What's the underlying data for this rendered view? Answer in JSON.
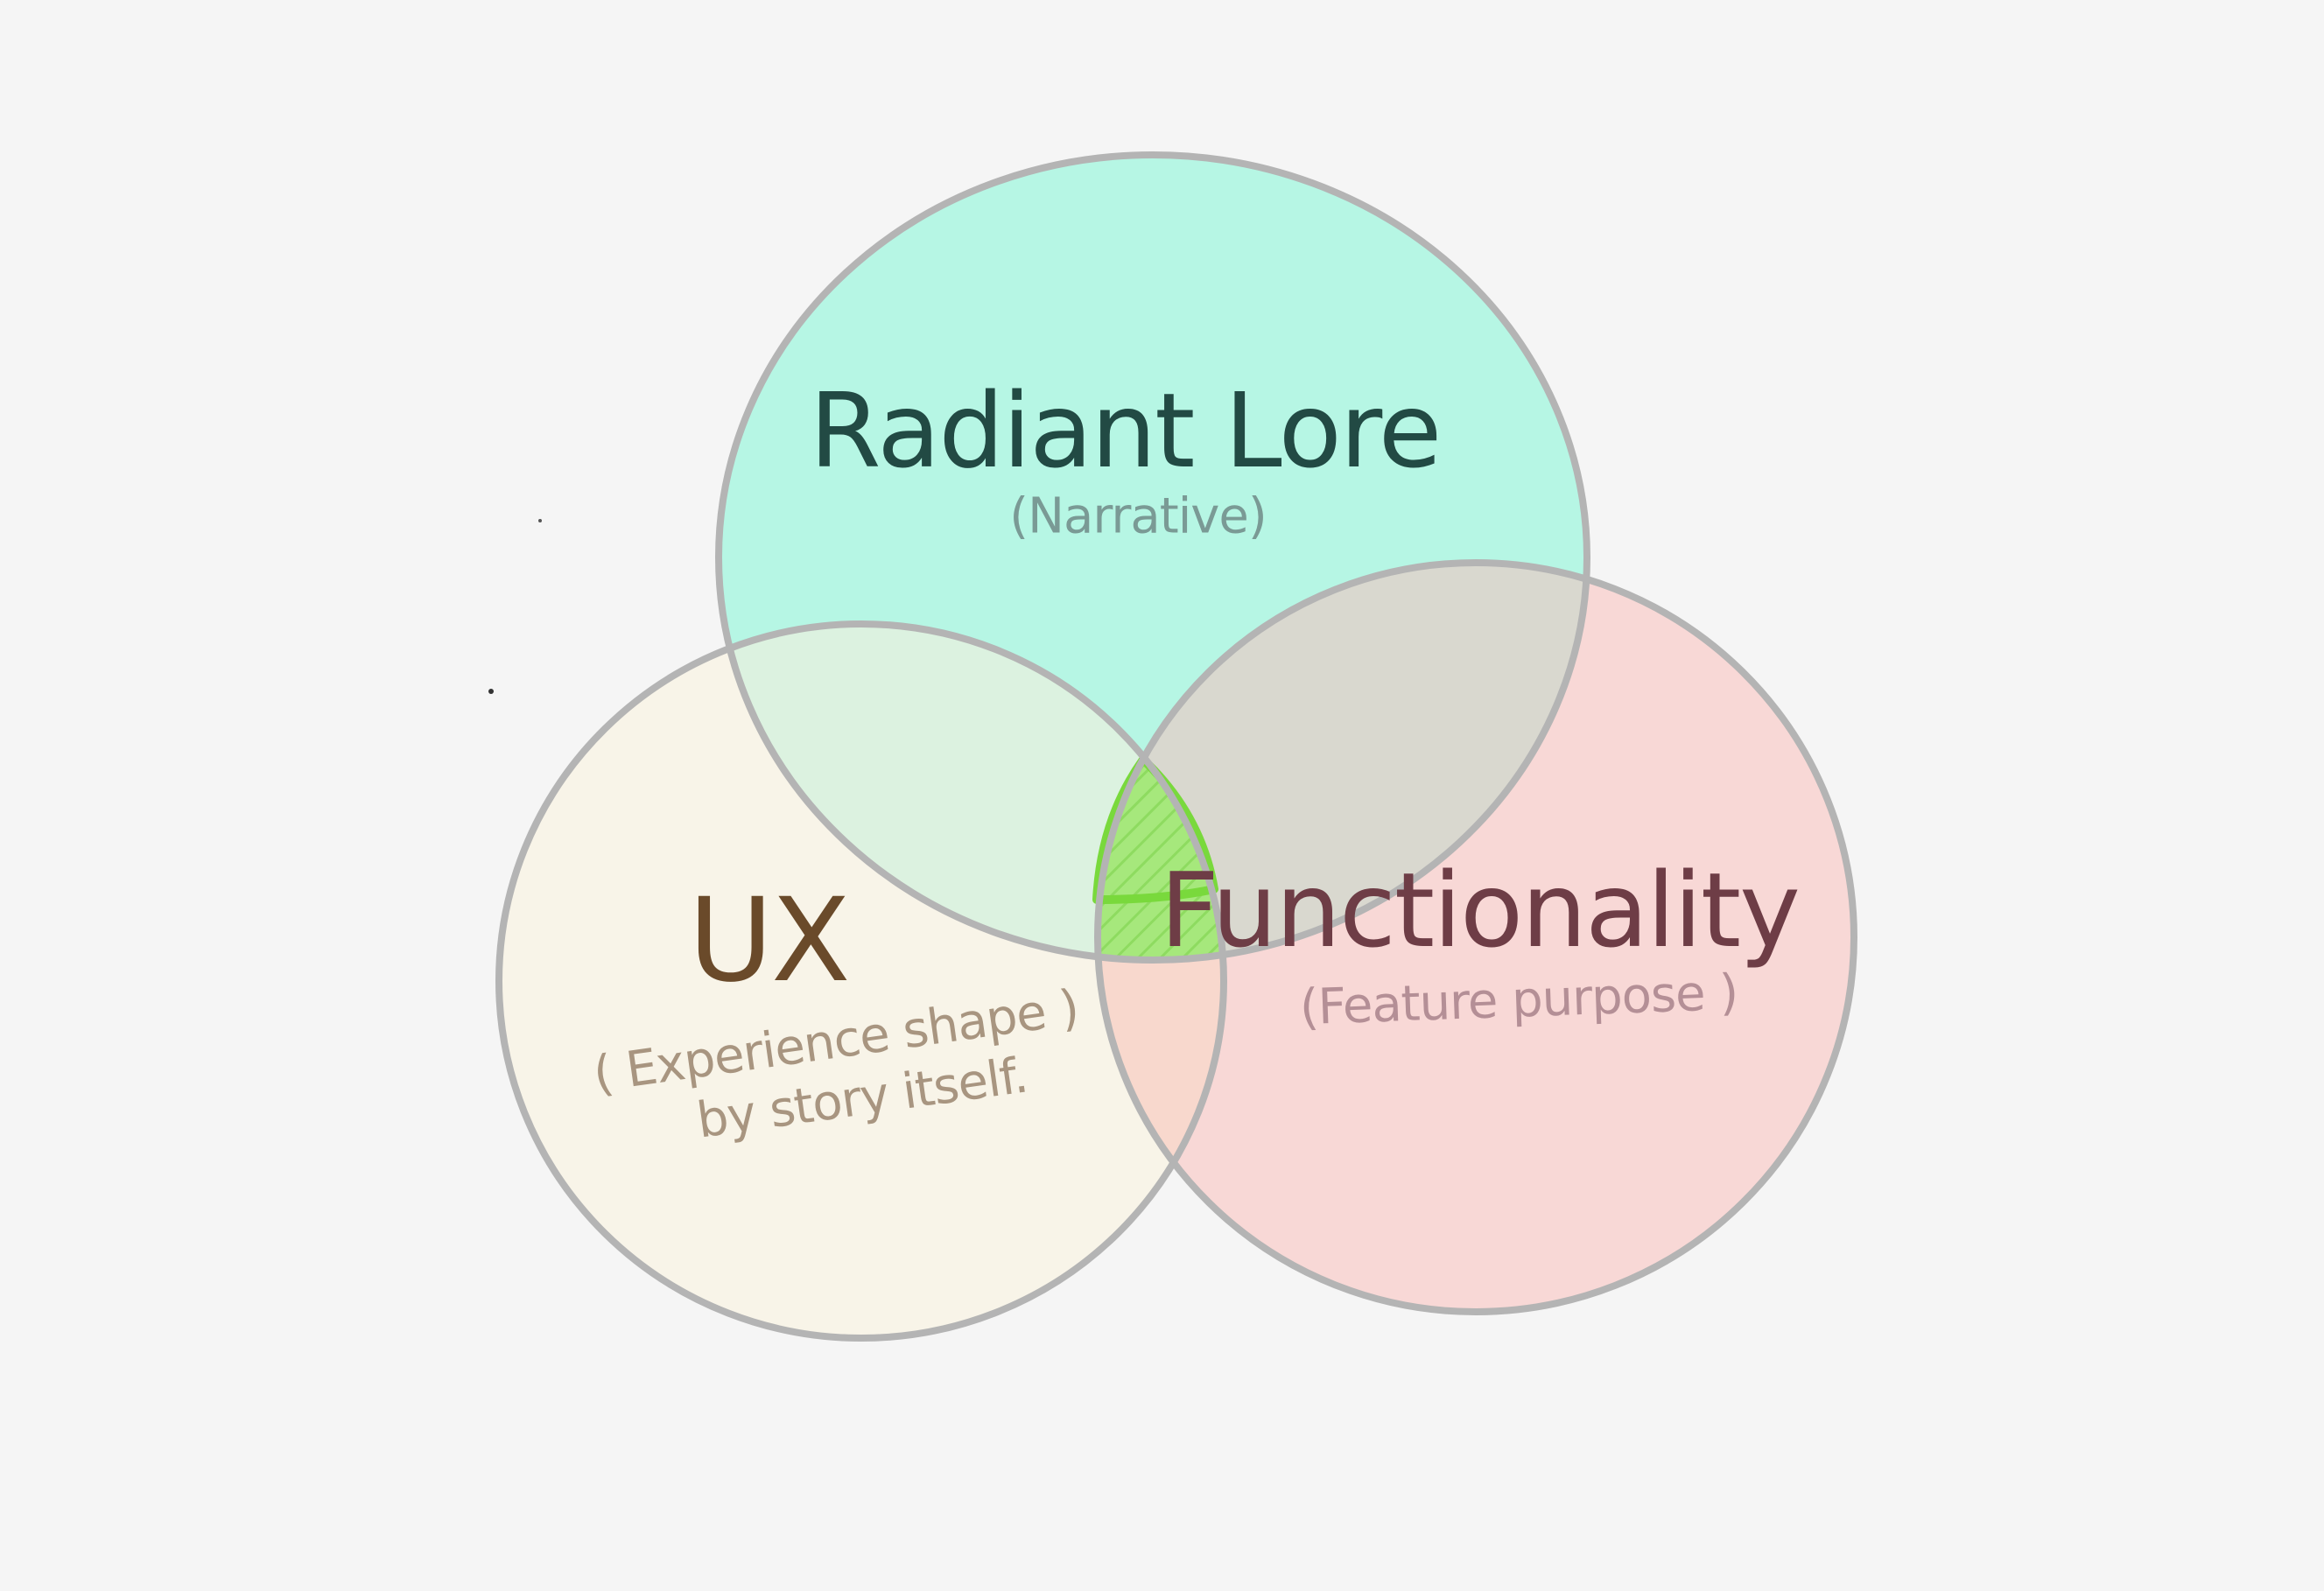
{
  "diagram": {
    "sets": [
      {
        "id": "story",
        "title": "Radiant Lore",
        "subtitle": "(Narrative)",
        "fill": "#b2f5e3"
      },
      {
        "id": "ux",
        "title": "UX",
        "subtitle_line1": "( Experience shape )",
        "subtitle_line2": "by story itself.",
        "fill": "#f8f3e7"
      },
      {
        "id": "func",
        "title": "Functionality",
        "subtitle": "(Feature purpose )",
        "fill": "#f8d5d3"
      }
    ],
    "outline_color": "#b4b4b4",
    "center_highlight_color": "#79d93c"
  }
}
